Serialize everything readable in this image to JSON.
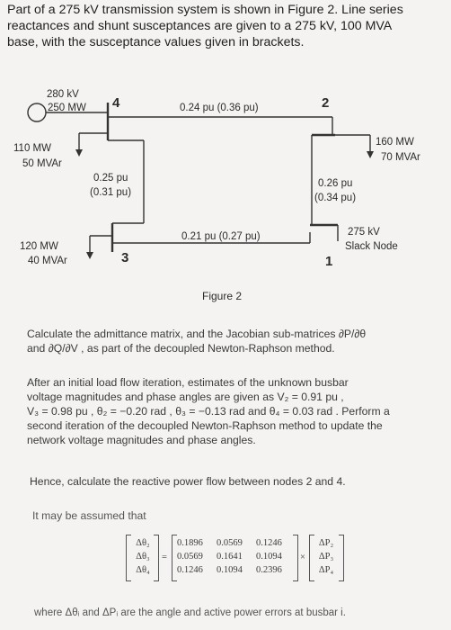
{
  "intro": {
    "line1": "Part of a 275 kV transmission system is shown in Figure 2. Line series",
    "line2": "reactances and shunt susceptances are given to a 275 kV, 100 MVA",
    "line3": "base, with the susceptance values given in brackets."
  },
  "figure": {
    "bus4_gen_p": "280 kV",
    "bus4_gen_q": "250 MW",
    "bus4_num": "4",
    "bus4_load_p": "110 MW",
    "bus4_load_q": "50 MVAr",
    "line_4_2": "0.24 pu (0.36 pu)",
    "bus2_num": "2",
    "bus2_load_p": "160 MW",
    "bus2_load_q": "70 MVAr",
    "line_4_3_a": "0.25 pu",
    "line_4_3_b": "(0.31 pu)",
    "line_2_1_a": "0.26 pu",
    "line_2_1_b": "(0.34 pu)",
    "line_3_1": "0.21 pu (0.27 pu)",
    "bus3_num": "3",
    "bus3_load_p": "120 MW",
    "bus3_load_q": "40 MVAr",
    "bus1_num": "1",
    "bus1_label1": "275 kV",
    "bus1_label2": "Slack Node",
    "caption": "Figure 2"
  },
  "question": {
    "q1_line1": "Calculate the admittance matrix, and the Jacobian sub-matrices ∂P/∂θ",
    "q1_line2": "and ∂Q/∂V , as part of the decoupled Newton-Raphson method.",
    "q2_line1": "After an initial load flow iteration, estimates of the unknown busbar",
    "q2_line2": "voltage magnitudes and phase angles are given as V₂ = 0.91 pu ,",
    "q2_line3": "V₃ = 0.98 pu , θ₂ = −0.20 rad , θ₃ = −0.13 rad and θ₄ = 0.03 rad . Perform a",
    "q2_line4": "second iteration of the decoupled Newton-Raphson method to update the",
    "q2_line5": "network voltage magnitudes and phase angles.",
    "q3": "Hence, calculate the reactive power flow between nodes 2 and 4.",
    "assume": "It may be assumed that"
  },
  "matrix": {
    "lhs": [
      "Δθ₂",
      "Δθ₃",
      "Δθ₄"
    ],
    "eq": "=",
    "rows": [
      [
        "0.1896",
        "0.0569",
        "0.1246"
      ],
      [
        "0.0569",
        "0.1641",
        "0.1094"
      ],
      [
        "0.1246",
        "0.1094",
        "0.2396"
      ]
    ],
    "times": "×",
    "rhs": [
      "ΔP₂",
      "ΔP₃",
      "ΔP₄"
    ]
  },
  "footer": "where Δθᵢ and ΔPᵢ are the angle and active power errors at busbar i.",
  "colors": {
    "ink": "#2a2a2a",
    "background": "#f4f3f1"
  }
}
